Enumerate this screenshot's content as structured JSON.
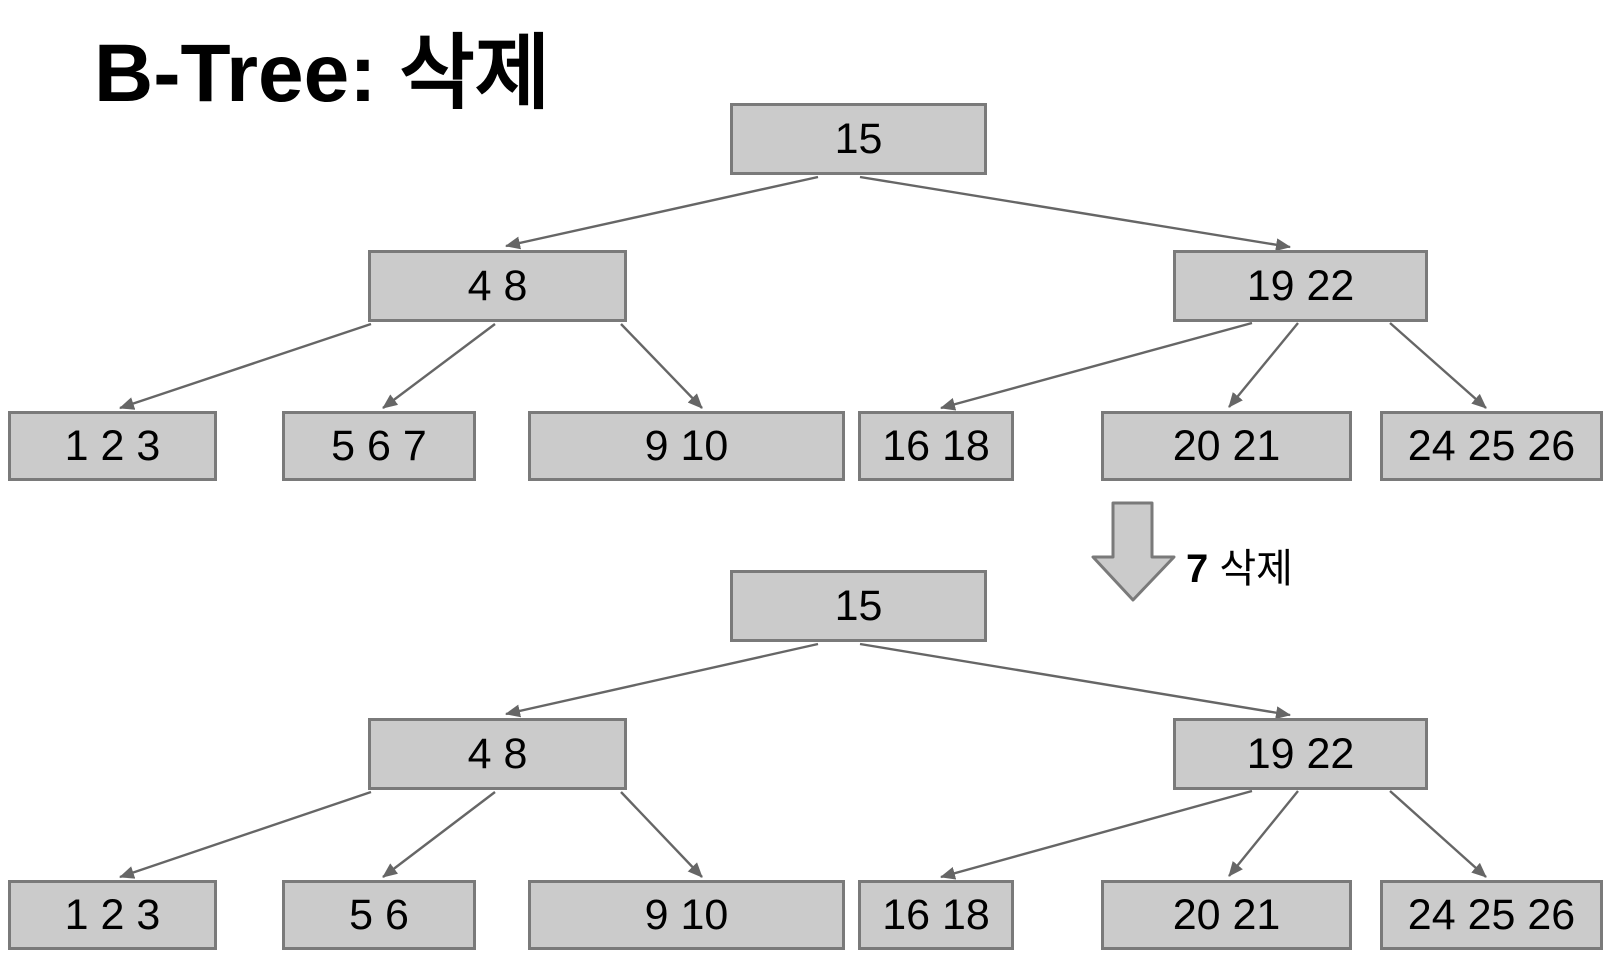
{
  "title": "B-Tree: 삭제",
  "colors": {
    "background": "#ffffff",
    "node_fill": "#cbcbcb",
    "node_border": "#7a7a7a",
    "edge": "#666666",
    "arrow_fill": "#cbcbcb",
    "arrow_border": "#7a7a7a",
    "text": "#000000"
  },
  "transition": {
    "arrow_icon": "down-block-arrow",
    "number": "7",
    "action": "삭제",
    "full_label": "7 삭제"
  },
  "tree_before": {
    "name": "b-tree-before-deletion",
    "root": {
      "keys": "15"
    },
    "internal": [
      {
        "keys": "4 8"
      },
      {
        "keys": "19 22"
      }
    ],
    "leaves": [
      {
        "keys": "1 2 3"
      },
      {
        "keys": "5 6 7"
      },
      {
        "keys": "9 10"
      },
      {
        "keys": "16 18"
      },
      {
        "keys": "20 21"
      },
      {
        "keys": "24 25 26"
      }
    ],
    "structure": {
      "root_children": [
        "4 8",
        "19 22"
      ],
      "children_of_4_8": [
        "1 2 3",
        "5 6 7",
        "9 10"
      ],
      "children_of_19_22": [
        "16 18",
        "20 21",
        "24 25 26"
      ]
    }
  },
  "tree_after": {
    "name": "b-tree-after-deletion",
    "root": {
      "keys": "15"
    },
    "internal": [
      {
        "keys": "4 8"
      },
      {
        "keys": "19 22"
      }
    ],
    "leaves": [
      {
        "keys": "1 2 3"
      },
      {
        "keys": "5 6"
      },
      {
        "keys": "9 10"
      },
      {
        "keys": "16 18"
      },
      {
        "keys": "20 21"
      },
      {
        "keys": "24 25 26"
      }
    ],
    "structure": {
      "root_children": [
        "4 8",
        "19 22"
      ],
      "children_of_4_8": [
        "1 2 3",
        "5 6",
        "9 10"
      ],
      "children_of_19_22": [
        "16 18",
        "20 21",
        "24 25 26"
      ]
    }
  }
}
